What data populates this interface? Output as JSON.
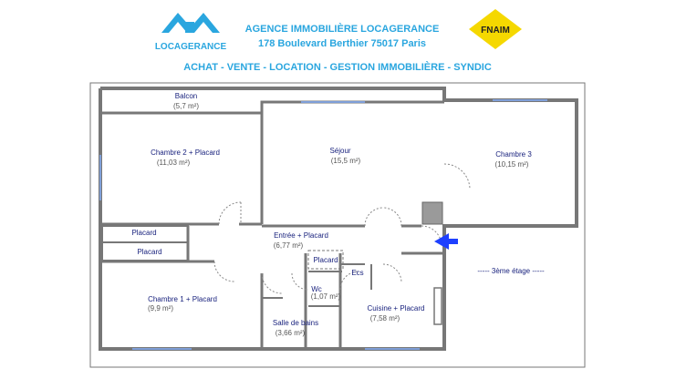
{
  "header": {
    "logo_left_text": "LOCAGERANCE",
    "agency_name": "AGENCE IMMOBILIÈRE LOCAGERANCE",
    "address": "178 Boulevard Berthier 75017 Paris",
    "logo_right_text": "FNAIM",
    "services": "ACHAT - VENTE - LOCATION - GESTION IMMOBILIÈRE - SYNDIC"
  },
  "floor_label": "----- 3ème étage -----",
  "rooms": {
    "balcon": {
      "name": "Balcon",
      "area": "(5,7 m²)"
    },
    "chambre2": {
      "name": "Chambre 2 + Placard",
      "area": "(11,03 m²)"
    },
    "sejour": {
      "name": "Séjour",
      "area": "(15,5 m²)"
    },
    "chambre3": {
      "name": "Chambre 3",
      "area": "(10,15 m²)"
    },
    "placard1": {
      "name": "Placard"
    },
    "placard2": {
      "name": "Placard"
    },
    "entree": {
      "name": "Entrée + Placard",
      "area": "(6,77 m²)"
    },
    "placard3": {
      "name": "Placard"
    },
    "ecs": {
      "name": "Ecs"
    },
    "wc": {
      "name": "Wc",
      "area": "(1,07 m²)"
    },
    "chambre1": {
      "name": "Chambre 1 + Placard",
      "area": "(9,9 m²)"
    },
    "salle_de_bains": {
      "name": "Salle de bains",
      "area": "(3,66 m²)"
    },
    "cuisine": {
      "name": "Cuisine + Placard",
      "area": "(7,58 m²)"
    }
  },
  "colors": {
    "brand_blue": "#2aa6df",
    "fnaim_yellow": "#f5d800",
    "label_blue": "#1a237e",
    "entrance_arrow": "#1e40ff"
  }
}
